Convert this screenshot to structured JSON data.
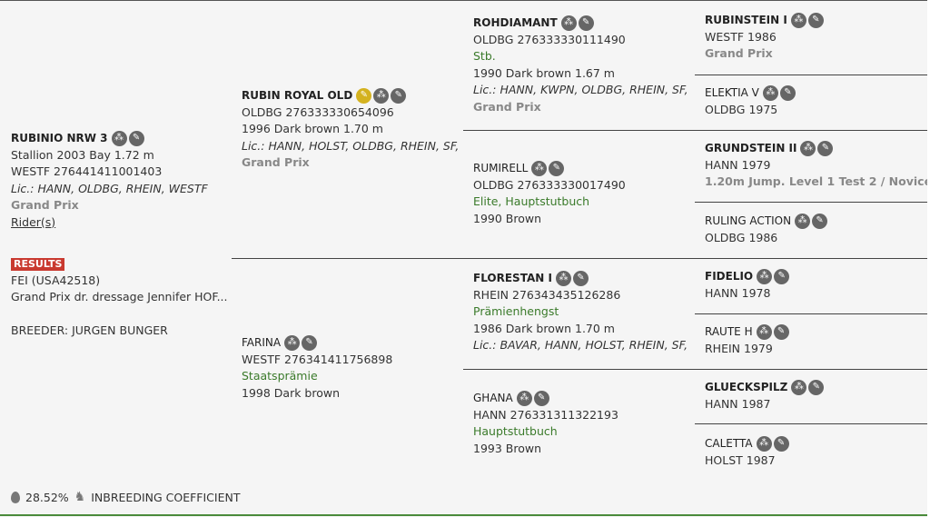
{
  "subject": {
    "name": "RUBINIO NRW 3",
    "line1": "Stallion 2003 Bay 1.72 m",
    "line2": "WESTF 276441411001403",
    "lic": "Lic.: HANN, OLDBG, RHEIN, WESTF",
    "level": "Grand Prix",
    "riders": "Rider(s)",
    "results_badge": "RESULTS",
    "fei": "FEI (USA42518)",
    "gp": "Grand Prix dr. dressage Jennifer HOF...",
    "breeder": "BREEDER: JURGEN BUNGER"
  },
  "sire": {
    "name": "RUBIN ROYAL OLD",
    "reg": "OLDBG 276333330654096",
    "desc": "1996 Dark brown 1.70 m",
    "lic": "Lic.: HANN, HOLST, OLDBG, RHEIN, SF, S...",
    "level": "Grand Prix"
  },
  "dam": {
    "name": "FARINA",
    "reg": "WESTF 276341411756898",
    "status": "Staatsprämie",
    "desc": "1998 Dark brown"
  },
  "ss": {
    "name": "ROHDIAMANT",
    "reg": "OLDBG 276333330111490",
    "status": "Stb.",
    "desc": "1990 Dark brown 1.67 m",
    "lic": "Lic.: HANN, KWPN, OLDBG, RHEIN, SF, S...",
    "level": "Grand Prix"
  },
  "sd": {
    "name": "RUMIRELL",
    "reg": "OLDBG 276333330017490",
    "status": "Elite, Hauptstutbuch",
    "desc": "1990 Brown"
  },
  "ds": {
    "name": "FLORESTAN I",
    "reg": "RHEIN 276343435126286",
    "status": "Prämienhengst",
    "desc": "1986 Dark brown 1.70 m",
    "lic": "Lic.: BAVAR, HANN, HOLST, RHEIN, SF, S..."
  },
  "dd": {
    "name": "GHANA",
    "reg": "HANN 276331311322193",
    "status": "Hauptstutbuch",
    "desc": "1993 Brown"
  },
  "g4": [
    {
      "name": "RUBINSTEIN I",
      "reg": "WESTF 1986",
      "extra": "Grand Prix"
    },
    {
      "name": "ELEKTIA V",
      "reg": "OLDBG 1975",
      "extra": ""
    },
    {
      "name": "GRUNDSTEIN II",
      "reg": "HANN 1979",
      "extra": "1.20m Jump. Level 1 Test 2 / Novice"
    },
    {
      "name": "RULING ACTION",
      "reg": "OLDBG 1986",
      "extra": ""
    },
    {
      "name": "FIDELIO",
      "reg": "HANN 1978",
      "extra": ""
    },
    {
      "name": "RAUTE H",
      "reg": "RHEIN 1979",
      "extra": ""
    },
    {
      "name": "GLUECKSPILZ",
      "reg": "HANN 1987",
      "extra": ""
    },
    {
      "name": "CALETTA",
      "reg": "HOLST 1987",
      "extra": ""
    }
  ],
  "footer": {
    "percent": "28.52%",
    "label": "INBREEDING COEFFICIENT"
  },
  "icons": [
    "pedigree-icon",
    "edit-icon",
    "gold-edit-icon",
    "drop-icon",
    "horse-icon"
  ]
}
